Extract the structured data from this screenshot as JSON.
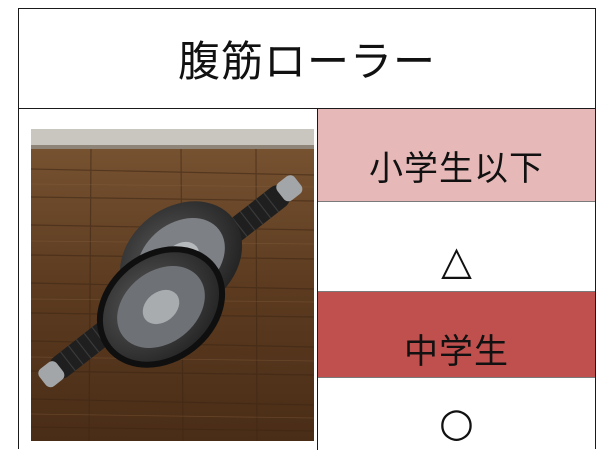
{
  "title": "腹筋ローラー",
  "image": {
    "alt": "ab-roller-photo"
  },
  "rows": [
    {
      "label": "小学生以下",
      "kind": "label",
      "color": "#e6b9b8"
    },
    {
      "label": "△",
      "kind": "mark",
      "color": "#ffffff"
    },
    {
      "label": "中学生",
      "kind": "label",
      "color": "#c0504d"
    },
    {
      "label": "○",
      "kind": "mark",
      "color": "#ffffff"
    }
  ]
}
